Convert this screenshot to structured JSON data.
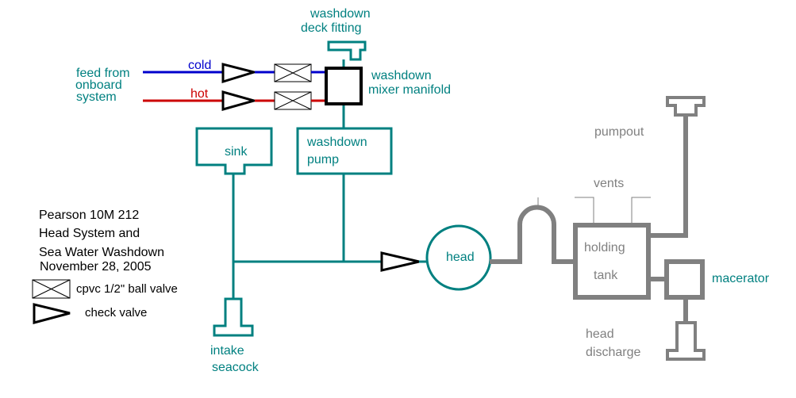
{
  "title": {
    "line1": "Pearson 10M 212",
    "line2": "Head System and",
    "line3": "Sea Water Washdown",
    "line4": "November 28, 2005"
  },
  "legend": {
    "ball_valve": "cpvc 1/2\" ball valve",
    "check_valve": "check valve"
  },
  "labels": {
    "feed_line1": "feed from",
    "feed_line2": "onboard",
    "feed_line3": "system",
    "cold": "cold",
    "hot": "hot",
    "deck_fitting_line1": "washdown",
    "deck_fitting_line2": "deck fitting",
    "manifold_line1": "washdown",
    "manifold_line2": "mixer manifold",
    "sink": "sink",
    "pump_line1": "washdown",
    "pump_line2": "pump",
    "head": "head",
    "intake_line1": "intake",
    "intake_line2": "seacock",
    "pumpout": "pumpout",
    "vents": "vents",
    "tank_line1": "holding",
    "tank_line2": "tank",
    "macerator": "macerator",
    "discharge_line1": "head",
    "discharge_line2": "discharge"
  },
  "colors": {
    "fresh_water": "#008080",
    "cold": "#0000cc",
    "hot": "#cc0000",
    "waste": "#808080",
    "valve": "#000000"
  }
}
